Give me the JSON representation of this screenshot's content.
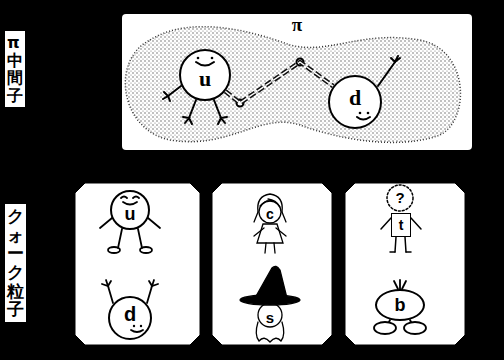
{
  "diagram": {
    "nodes": [
      {
        "text": [
          "π中間子"
        ]
      },
      {
        "text": [
          "π"
        ]
      },
      {
        "text": [
          "u"
        ],
        "in": 1
      },
      {
        "text": [
          "d"
        ],
        "in": 1
      },
      {
        "text": [
          "クォーク粒子"
        ]
      },
      {
        "text": [
          "u"
        ]
      },
      {
        "text": [
          "d"
        ]
      },
      {
        "text": [
          "c"
        ]
      },
      {
        "text": [
          "s"
        ]
      },
      {
        "text": [
          "t"
        ]
      },
      {
        "text": [
          "b"
        ]
      }
    ],
    "edges": [
      {
        "from": 2,
        "to": 3,
        "arrow": "none"
      }
    ],
    "labels": [
      "?"
    ]
  }
}
